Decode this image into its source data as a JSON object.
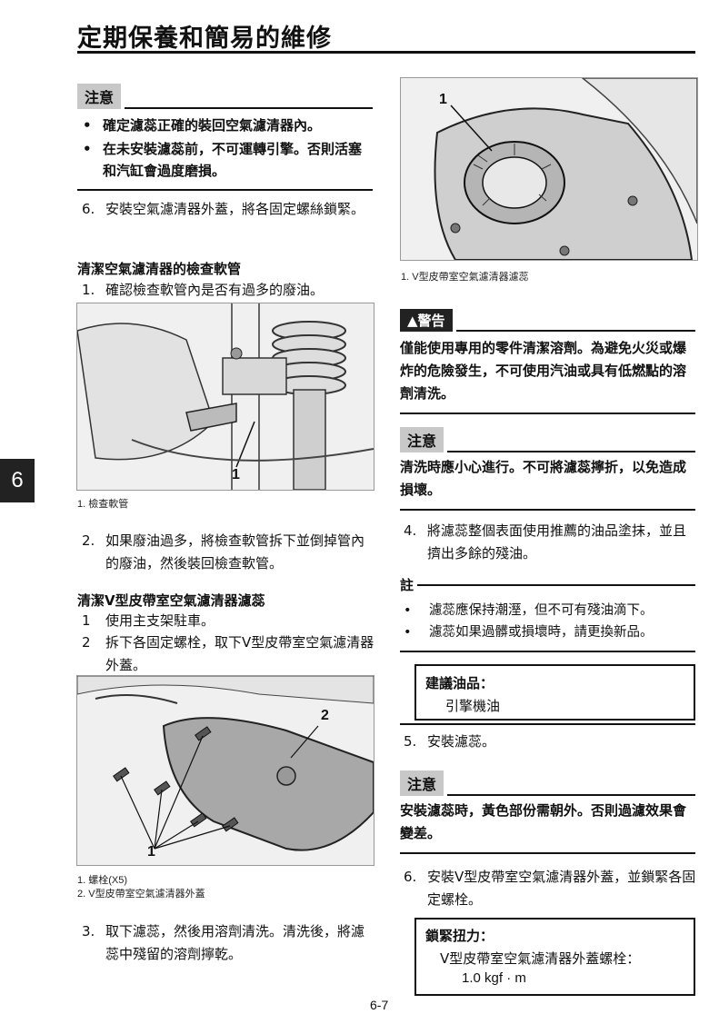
{
  "header": {
    "title": "定期保養和簡易的維修"
  },
  "chapter_tab": "6",
  "caution1": {
    "label": "注意",
    "bullets": [
      "確定濾蕊正確的裝回空氣濾清器內。",
      "在未安裝濾蕊前，不可運轉引擎。否則活塞和汽缸會過度磨損。"
    ]
  },
  "step6a": {
    "num": "6.",
    "text": "安裝空氣濾清器外蓋，將各固定螺絲鎖緊。"
  },
  "section_hose": {
    "title": "清潔空氣濾清器的檢查軟管",
    "step1": {
      "num": "1.",
      "text": "確認檢查軟管內是否有過多的廢油。"
    },
    "figure_callout": "1",
    "caption": "1.  檢查軟管",
    "step2": {
      "num": "2.",
      "text": "如果廢油過多，將檢查軟管拆下並倒掉管內的廢油，然後裝回檢查軟管。"
    }
  },
  "section_vbelt": {
    "title": "清潔V型皮帶室空氣濾清器濾蕊",
    "step1": {
      "num": "1",
      "text": "使用主支架駐車。"
    },
    "step2": {
      "num": "2",
      "text": "拆下各固定螺栓，取下V型皮帶室空氣濾清器外蓋。"
    },
    "figure_callouts": [
      "1",
      "2"
    ],
    "captions": [
      "1.  螺栓(X5)",
      "2.  V型皮帶室空氣濾清器外蓋"
    ],
    "step3": {
      "num": "3.",
      "text": "取下濾蕊，然後用溶劑清洗。清洗後，將濾蕊中殘留的溶劑擰乾。"
    }
  },
  "right": {
    "figure_callout": "1",
    "figure_caption": "1.  V型皮帶室空氣濾清器濾蕊",
    "warning": {
      "label": "▲警告",
      "text": "僅能使用專用的零件清潔溶劑。為避免火災或爆炸的危險發生，不可使用汽油或具有低燃點的溶劑清洗。"
    },
    "caution2": {
      "label": "注意",
      "text": "清洗時應小心進行。不可將濾蕊擰折，以免造成損壞。"
    },
    "step4": {
      "num": "4.",
      "text": "將濾蕊整個表面使用推薦的油品塗抹，並且擠出多餘的殘油。"
    },
    "note": {
      "label": "註",
      "bullets": [
        "濾蕊應保持潮溼，但不可有殘油滴下。",
        "濾蕊如果過髒或損壞時，請更換新品。"
      ]
    },
    "oil_box": {
      "heading": "建議油品：",
      "value": "引擎機油"
    },
    "step5": {
      "num": "5.",
      "text": "安裝濾蕊。"
    },
    "caution3": {
      "label": "注意",
      "text": "安裝濾蕊時，黃色部份需朝外。否則過濾效果會變差。"
    },
    "step6": {
      "num": "6.",
      "text": "安裝V型皮帶室空氣濾清器外蓋，並鎖緊各固定螺栓。"
    },
    "torque_box": {
      "heading": "鎖緊扭力：",
      "item": "V型皮帶室空氣濾清器外蓋螺栓：",
      "value": "1.0 kgf · m"
    }
  },
  "footer": {
    "page_number": "6-7"
  }
}
